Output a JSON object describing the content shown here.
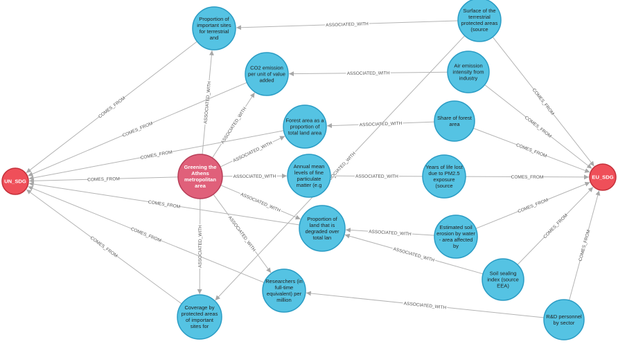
{
  "colors": {
    "blue_fill": "#55c3e3",
    "blue_stroke": "#2a9cc4",
    "pink_fill": "#e0607a",
    "pink_stroke": "#b73e58",
    "red_fill": "#ef4f59",
    "red_stroke": "#c4303a",
    "edge": "#b3b3b3"
  },
  "nodes": [
    {
      "id": "un_sdg",
      "lines": [
        "UN_SDG"
      ],
      "color": "red"
    },
    {
      "id": "eu_sdg",
      "lines": [
        "EU_SDG"
      ],
      "color": "red"
    },
    {
      "id": "greening",
      "lines": [
        "Greening the",
        "Athens",
        "metropolitan",
        "area"
      ],
      "color": "pink"
    },
    {
      "id": "prop_sites",
      "lines": [
        "Proportion of",
        "important sites",
        "for terrestrial",
        "and"
      ],
      "color": "blue"
    },
    {
      "id": "surface",
      "lines": [
        "Surface of the",
        "terrestrial",
        "protected areas",
        "(source"
      ],
      "color": "blue"
    },
    {
      "id": "co2",
      "lines": [
        "CO2 emission",
        "per unit of value",
        "added"
      ],
      "color": "blue"
    },
    {
      "id": "air",
      "lines": [
        "Air emission",
        "intensity from",
        "industry"
      ],
      "color": "blue"
    },
    {
      "id": "forest",
      "lines": [
        "Forest area as a",
        "proportion of",
        "total land area"
      ],
      "color": "blue"
    },
    {
      "id": "share_forest",
      "lines": [
        "Share of forest",
        "area"
      ],
      "color": "blue"
    },
    {
      "id": "annual",
      "lines": [
        "Annual mean",
        "levels of fine",
        "particulate",
        "matter (e.g"
      ],
      "color": "blue"
    },
    {
      "id": "years_life",
      "lines": [
        "Years of life lost",
        "due to PM2.5",
        "exposure",
        "(source"
      ],
      "color": "blue"
    },
    {
      "id": "prop_land",
      "lines": [
        "Proportion of",
        "land that is",
        "degraded over",
        "total lan"
      ],
      "color": "blue"
    },
    {
      "id": "soil_erosion",
      "lines": [
        "Estimated soil",
        "erosion by water",
        "- area affected",
        "by"
      ],
      "color": "blue"
    },
    {
      "id": "soil_sealing",
      "lines": [
        "Soil sealing",
        "index (source",
        "EEA)"
      ],
      "color": "blue"
    },
    {
      "id": "researchers",
      "lines": [
        "Researchers (in",
        "full-time",
        "equivalent) per",
        "million"
      ],
      "color": "blue"
    },
    {
      "id": "rd",
      "lines": [
        "R&D personnel",
        "by sector"
      ],
      "color": "blue"
    },
    {
      "id": "coverage",
      "lines": [
        "Coverage by",
        "protected areas",
        "of important",
        "sites for"
      ],
      "color": "blue"
    }
  ],
  "edges": [
    {
      "from": "surface",
      "to": "prop_sites",
      "label": "ASSOCIATED_WITH"
    },
    {
      "from": "air",
      "to": "co2",
      "label": "ASSOCIATED_WITH"
    },
    {
      "from": "share_forest",
      "to": "forest",
      "label": "ASSOCIATED_WITH"
    },
    {
      "from": "years_life",
      "to": "annual",
      "label": "ASSOCIATED_WITH"
    },
    {
      "from": "soil_erosion",
      "to": "prop_land",
      "label": "ASSOCIATED_WITH"
    },
    {
      "from": "soil_sealing",
      "to": "prop_land",
      "label": "ASSOCIATED_WITH"
    },
    {
      "from": "rd",
      "to": "researchers",
      "label": "ASSOCIATED_WITH"
    },
    {
      "from": "surface",
      "to": "coverage",
      "label": "ASSOCIATED_WITH"
    },
    {
      "from": "greening",
      "to": "prop_sites",
      "label": "ASSOCIATED_WITH"
    },
    {
      "from": "greening",
      "to": "co2",
      "label": "ASSOCIATED_WITH"
    },
    {
      "from": "greening",
      "to": "forest",
      "label": "ASSOCIATED_WITH"
    },
    {
      "from": "greening",
      "to": "annual",
      "label": "ASSOCIATED_WITH"
    },
    {
      "from": "greening",
      "to": "prop_land",
      "label": "ASSOCIATED_WITH"
    },
    {
      "from": "greening",
      "to": "researchers",
      "label": "ASSOCIATED_WITH"
    },
    {
      "from": "greening",
      "to": "coverage",
      "label": "ASSOCIATED_WITH"
    },
    {
      "from": "prop_sites",
      "to": "un_sdg",
      "label": "COMES_FROM"
    },
    {
      "from": "co2",
      "to": "un_sdg",
      "label": "COMES_FROM"
    },
    {
      "from": "forest",
      "to": "un_sdg",
      "label": "COMES_FROM"
    },
    {
      "from": "greening",
      "to": "un_sdg",
      "label": "COMES_FROM"
    },
    {
      "from": "prop_land",
      "to": "un_sdg",
      "label": "COMES_FROM"
    },
    {
      "from": "researchers",
      "to": "un_sdg",
      "label": "COMES_FROM"
    },
    {
      "from": "coverage",
      "to": "un_sdg",
      "label": "COMES_FROM"
    },
    {
      "from": "surface",
      "to": "eu_sdg",
      "label": "COMES_FROM"
    },
    {
      "from": "air",
      "to": "eu_sdg",
      "label": "COMES_FROM"
    },
    {
      "from": "share_forest",
      "to": "eu_sdg",
      "label": "COMES_FROM"
    },
    {
      "from": "years_life",
      "to": "eu_sdg",
      "label": "COMES_FROM"
    },
    {
      "from": "soil_erosion",
      "to": "eu_sdg",
      "label": "COMES_FROM"
    },
    {
      "from": "soil_sealing",
      "to": "eu_sdg",
      "label": "COMES_FROM"
    },
    {
      "from": "rd",
      "to": "eu_sdg",
      "label": "COMES_FROM"
    }
  ]
}
